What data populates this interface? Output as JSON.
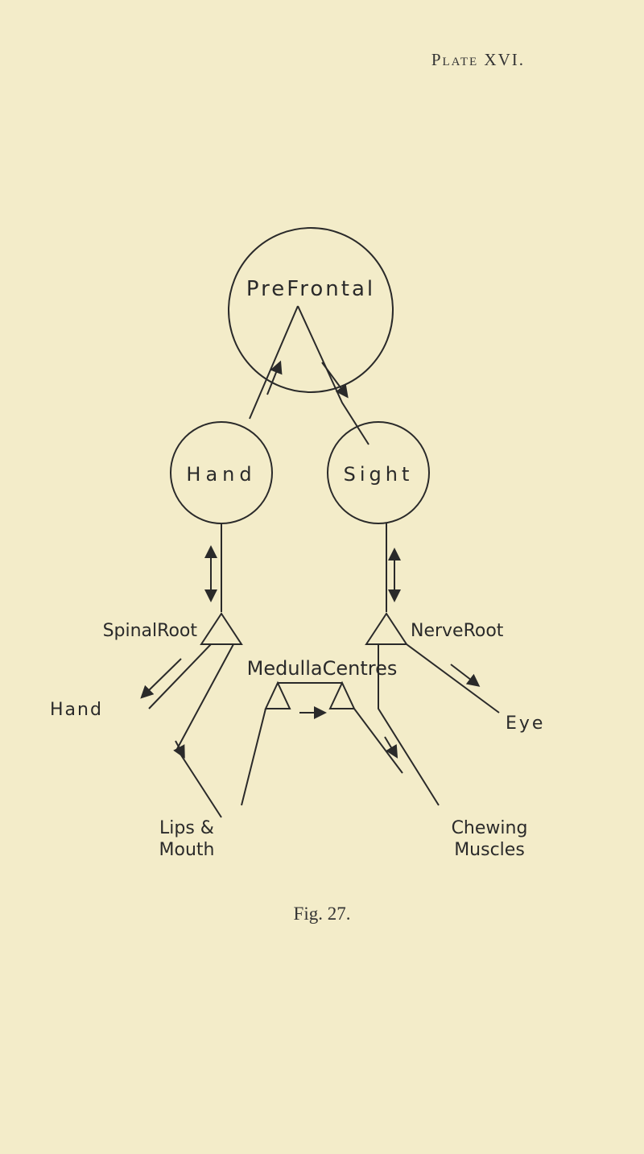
{
  "plate_label": "Plate XVI.",
  "caption": "Fig. 27.",
  "nodes": {
    "prefrontal": "PreFrontal",
    "hand_centre": "Hand",
    "sight_centre": "Sight",
    "medulla": "MedullaCentres",
    "spinal_root": "SpinalRoot",
    "nerve_root": "NerveRoot",
    "hand": "Hand",
    "eye": "Eye",
    "lips_line1": "Lips &",
    "lips_line2": "Mouth",
    "chewing_line1": "Chewing",
    "chewing_line2": "Muscles"
  },
  "colors": {
    "ink": "#2a2a2a",
    "paper": "#f3ecc9"
  }
}
